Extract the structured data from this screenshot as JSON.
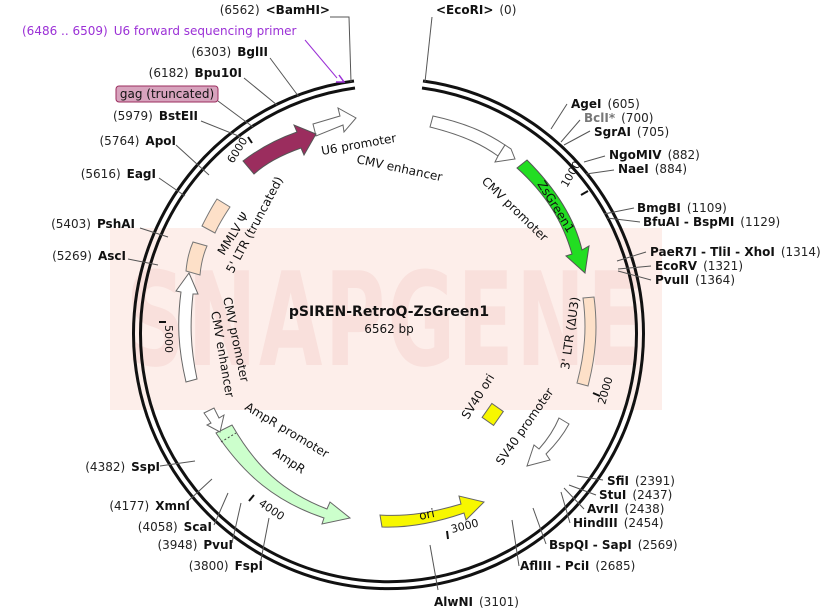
{
  "plasmid": {
    "name": "pSIREN-RetroQ-ZsGreen1",
    "size_label": "6562 bp"
  },
  "watermark": "SNAPGENE",
  "primer": {
    "range_label": "(6486 .. 6509)",
    "name": "U6 forward sequencing primer",
    "color": "#9b30d6"
  },
  "gag_label": "gag (truncated)",
  "sites": [
    {
      "pos": "(6562)",
      "name": "<BamHI>"
    },
    {
      "pos": "(0)",
      "name": "<EcoRI>"
    },
    {
      "pos": "(6303)",
      "name": "BglII"
    },
    {
      "pos": "(6182)",
      "name": "Bpu10I"
    },
    {
      "pos": "(5979)",
      "name": "BstEII"
    },
    {
      "pos": "(5764)",
      "name": "ApoI"
    },
    {
      "pos": "(5616)",
      "name": "EagI"
    },
    {
      "pos": "(5403)",
      "name": "PshAI"
    },
    {
      "pos": "(5269)",
      "name": "AscI"
    },
    {
      "pos": "(4382)",
      "name": "SspI"
    },
    {
      "pos": "(4177)",
      "name": "XmnI"
    },
    {
      "pos": "(4058)",
      "name": "ScaI"
    },
    {
      "pos": "(3948)",
      "name": "PvuI"
    },
    {
      "pos": "(3800)",
      "name": "FspI"
    },
    {
      "pos": "(3101)",
      "name": "AlwNI"
    },
    {
      "pos": "(605)",
      "name": "AgeI"
    },
    {
      "pos": "(700)",
      "name": "BclI*"
    },
    {
      "pos": "(705)",
      "name": "SgrAI"
    },
    {
      "pos": "(882)",
      "name": "NgoMIV"
    },
    {
      "pos": "(884)",
      "name": "NaeI"
    },
    {
      "pos": "(1109)",
      "name": "BmgBI"
    },
    {
      "pos": "(1129)",
      "name": "BfuAI - BspMI"
    },
    {
      "pos": "(1314)",
      "name": "PaeR7I - TliI - XhoI"
    },
    {
      "pos": "(1321)",
      "name": "EcoRV"
    },
    {
      "pos": "(1364)",
      "name": "PvuII"
    },
    {
      "pos": "(2391)",
      "name": "SfiI"
    },
    {
      "pos": "(2437)",
      "name": "StuI"
    },
    {
      "pos": "(2438)",
      "name": "AvrII"
    },
    {
      "pos": "(2454)",
      "name": "HindIII"
    },
    {
      "pos": "(2569)",
      "name": "BspQI - SapI"
    },
    {
      "pos": "(2685)",
      "name": "AflIII - PciI"
    }
  ],
  "features": [
    {
      "label": "U6 promoter",
      "color": "#ffffff"
    },
    {
      "label": "CMV enhancer",
      "color": "#ffffff"
    },
    {
      "label": "CMV promoter",
      "color": "#ffffff"
    },
    {
      "label": "ZsGreen1",
      "color": "#22dd22"
    },
    {
      "label": "3' LTR (ΔU3)",
      "color": "#fde0c8"
    },
    {
      "label": "SV40 ori",
      "color": "#f7f700"
    },
    {
      "label": "SV40 promoter",
      "color": "#ffffff"
    },
    {
      "label": "ori",
      "color": "#f7f700"
    },
    {
      "label": "AmpR",
      "color": "#ccffcc"
    },
    {
      "label": "AmpR promoter",
      "color": "#ffffff"
    },
    {
      "label": "CMV enhancer",
      "color": "#ffffff"
    },
    {
      "label": "CMV promoter",
      "color": "#ffffff"
    },
    {
      "label": "5' LTR (truncated)",
      "color": "#fde0c8"
    },
    {
      "label": "MMLV Ψ",
      "color": "#fde0c8"
    },
    {
      "label": "gag (truncated)",
      "color": "#9b2d5e"
    }
  ],
  "ticks": [
    "1000",
    "2000",
    "3000",
    "4000",
    "5000",
    "6000"
  ]
}
